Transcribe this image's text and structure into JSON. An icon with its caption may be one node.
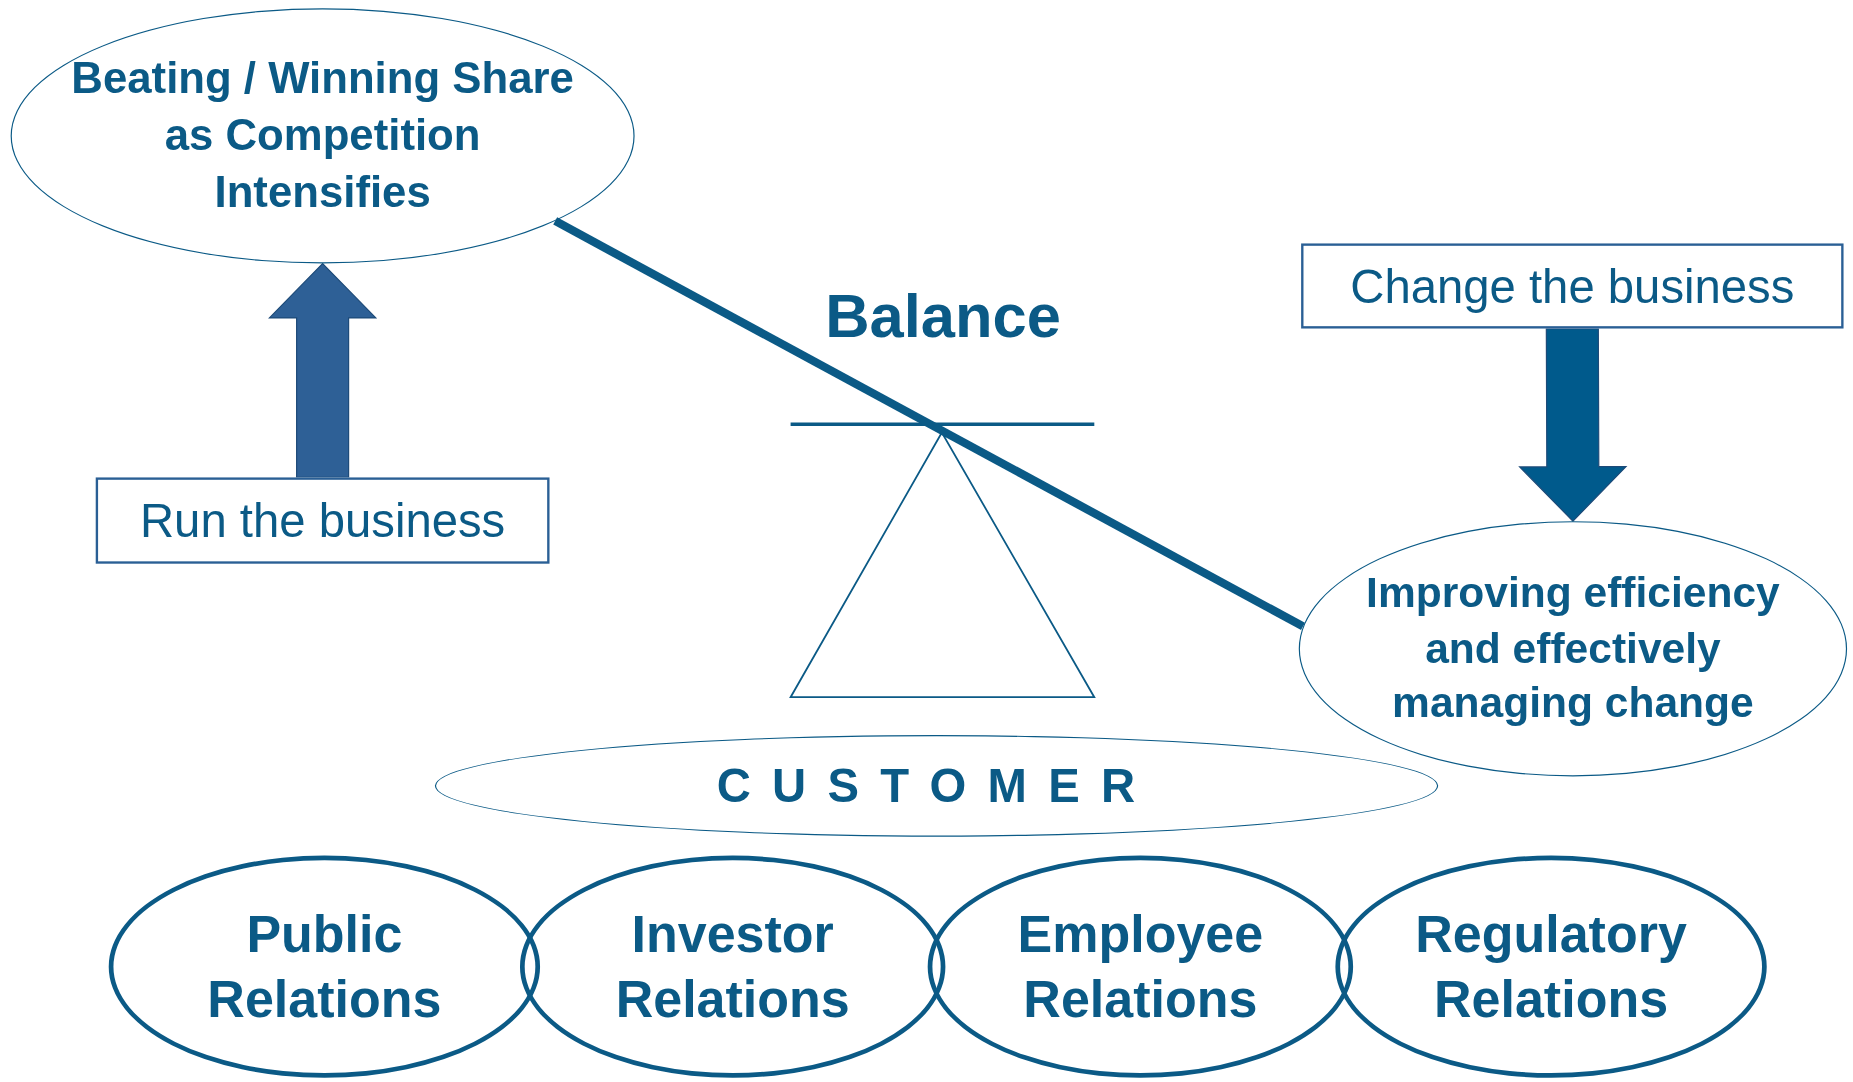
{
  "diagram": {
    "nodes": [
      {
        "text": [
          "Beating / Winning Share as Competition Intensifies"
        ]
      },
      {
        "text": [
          "Change the business"
        ]
      },
      {
        "text": [
          "Run the business"
        ]
      },
      {
        "text": [
          "Improving efficiency and effectively managing change"
        ]
      },
      {
        "text": [
          "CUSTOMER"
        ]
      },
      {
        "text": [
          "Public Relations"
        ]
      },
      {
        "text": [
          "Investor Relations"
        ]
      },
      {
        "text": [
          "Employee Relations"
        ]
      },
      {
        "text": [
          "Regulatory Relations"
        ]
      }
    ],
    "edges": [
      {
        "from": 2,
        "to": 0,
        "arrow": "to"
      },
      {
        "from": 1,
        "to": 3,
        "arrow": "to"
      },
      {
        "from": 0,
        "to": 3,
        "arrow": "none"
      }
    ],
    "labels": [
      "Balance"
    ]
  }
}
